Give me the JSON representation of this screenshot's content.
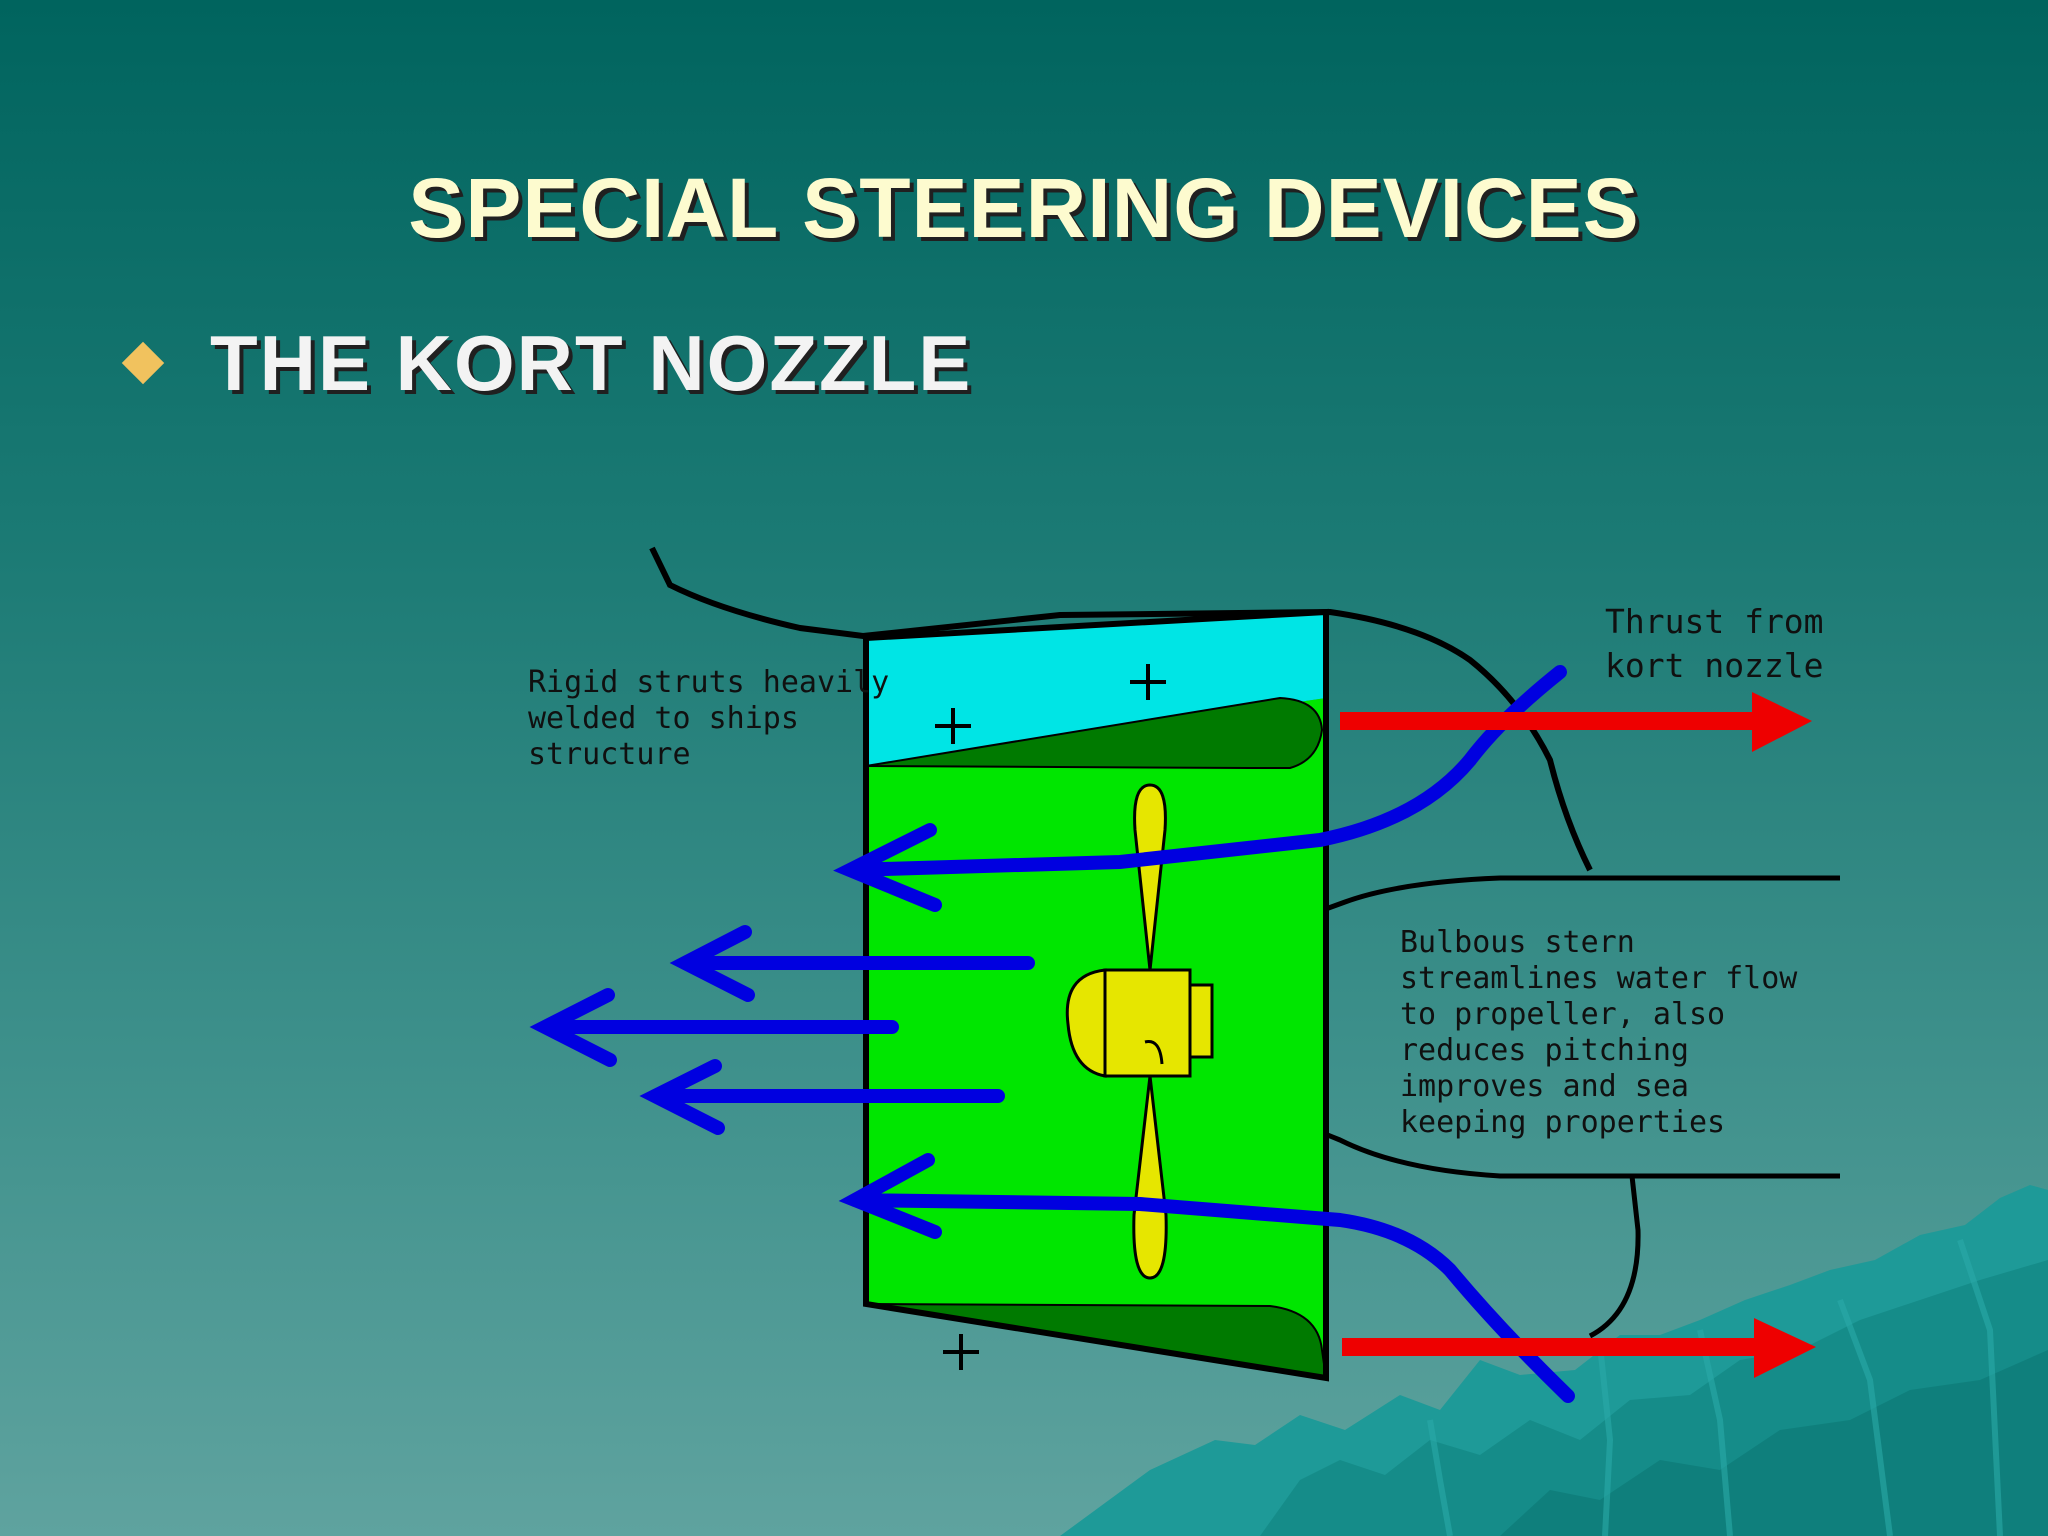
{
  "slide": {
    "title": "SPECIAL STEERING DEVICES",
    "bullet": "THE KORT NOZZLE"
  },
  "diagram": {
    "labels": {
      "struts": "Rigid struts heavily\nwelded to ships\nstructure",
      "thrust": "Thrust from\nkort nozzle",
      "stern": "Bulbous stern\nstreamlines water flow\nto propeller, also\nreduces pitching\nimproves and sea\nkeeping properties"
    }
  },
  "colors": {
    "background_top": "#00645e",
    "background_bottom": "#5fa39f",
    "title": "#fdfbcf",
    "bullet_diamond": "#f1c25e",
    "nozzle_cyan": "#00e5e5",
    "nozzle_green": "#00e600",
    "foil_dark_green": "#007a00",
    "propeller_yellow": "#e6e600",
    "water_flow_blue": "#0000e0",
    "thrust_red": "#ee0000",
    "mountains": "#1e9a98"
  }
}
